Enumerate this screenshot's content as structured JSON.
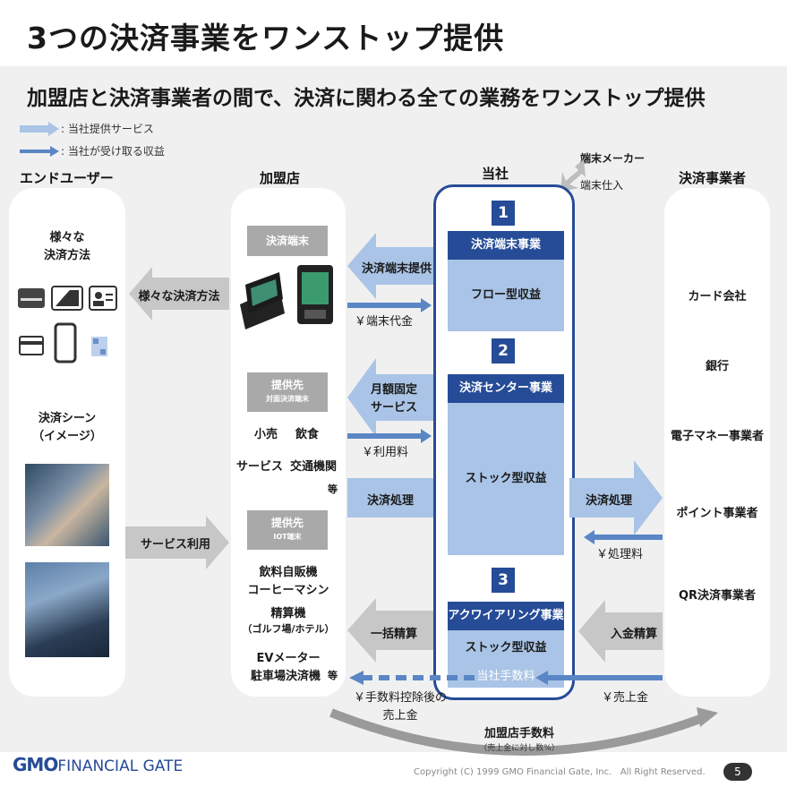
{
  "title": "3つの決済事業をワンストップ提供",
  "subtitle": "加盟店と決済事業者の間で、決済に関わる全ての業務をワンストップ提供",
  "legend": {
    "service": ": 当社提供サービス",
    "revenue": ": 当社が受け取る収益"
  },
  "columns": {
    "end_user": "エンドユーザー",
    "merchant": "加盟店",
    "company": "当社",
    "processor": "決済事業者"
  },
  "vendor": {
    "label": "端末メーカー",
    "purchase": "端末仕入"
  },
  "end_user": {
    "methods_title": "様々な\n決済方法",
    "scene_title": "決済シーン\n（イメージ）"
  },
  "merchant": {
    "terminal_label": "決済端末",
    "provide1_label": "提供先",
    "provide1_sub": "対面決済端末",
    "provide1_items": [
      "小売",
      "飲食",
      "サービス",
      "交通機関",
      "等"
    ],
    "provide2_label": "提供先",
    "provide2_sub": "IOT端末",
    "provide2_items": [
      "飲料自販機",
      "コーヒーマシン",
      "精算機",
      "（ゴルフ場/ホテル）",
      "EVメーター",
      "駐車場決済機",
      "等"
    ]
  },
  "arrows": {
    "various_methods": "様々な決済方法",
    "service_use": "サービス利用",
    "terminal_supply": "決済端末提供",
    "terminal_fee": "￥端末代金",
    "monthly_fixed": "月額固定\nサービス",
    "usage_fee": "￥利用料",
    "processing_left": "決済処理",
    "processing_right": "決済処理",
    "processing_fee": "￥処理料",
    "lump_settlement": "一括精算",
    "deposit_settlement": "入金精算",
    "sales": "￥売上金",
    "net_sales": "￥手数料控除後の\n売上金"
  },
  "company": {
    "biz1_num": "1",
    "biz1_name": "決済端末事業",
    "biz1_revenue": "フロー型収益",
    "biz2_num": "2",
    "biz2_name": "決済センター事業",
    "biz2_revenue": "ストック型収益",
    "biz3_num": "3",
    "biz3_name": "アクワイアリング事業",
    "biz3_revenue": "ストック型収益",
    "biz3_fee": "当社手数料"
  },
  "processors": [
    "カード会社",
    "銀行",
    "電子マネー事業者",
    "ポイント事業者",
    "QR決済事業者"
  ],
  "merchant_fee": {
    "label": "加盟店手数料",
    "sub": "（売上金に対し数%）"
  },
  "footer": {
    "logo_gmo": "GMO",
    "logo_rest": "FINANCIAL GATE",
    "copyright": "Copyright (C) 1999 GMO Financial Gate, Inc.   All Right Reserved.",
    "page": "5"
  },
  "colors": {
    "navy": "#264b97",
    "light_blue": "#a9c4e6",
    "arrow_blue": "#5b86c5",
    "gray_arrow": "#c7c7c7",
    "gray_box": "#a9a9a9"
  }
}
